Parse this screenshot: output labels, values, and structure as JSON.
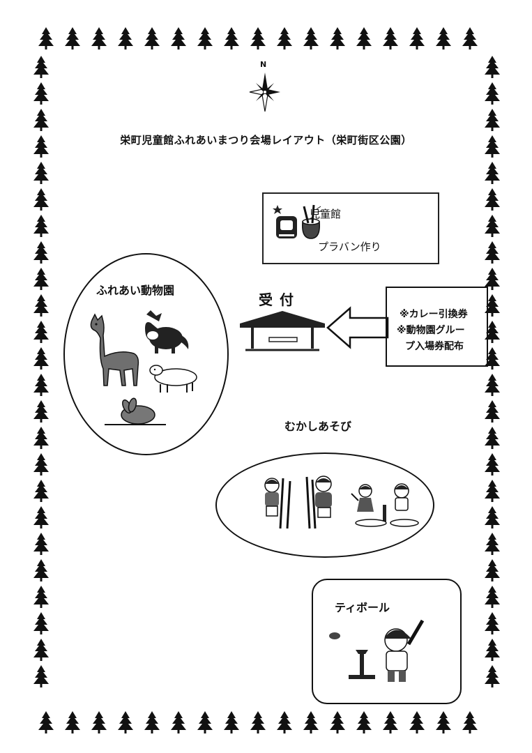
{
  "compass": {
    "north_label": "N"
  },
  "title": "栄町児童館ふれあいまつり会場レイアウト（栄町街区公園）",
  "jidokan": {
    "name": "児童館",
    "activity": "プラバン作り"
  },
  "zoo": {
    "label": "ふれあい動物園"
  },
  "reception": {
    "label": "受付"
  },
  "info": {
    "lines": [
      "※カレー引換券",
      "※動物園グルー",
      "プ入場券配布"
    ]
  },
  "mukashi": {
    "label": "むかしあそび"
  },
  "teeball": {
    "label": "ティボール"
  },
  "colors": {
    "ink": "#111111",
    "paper": "#ffffff",
    "fur_gray": "#6f6f6f"
  }
}
